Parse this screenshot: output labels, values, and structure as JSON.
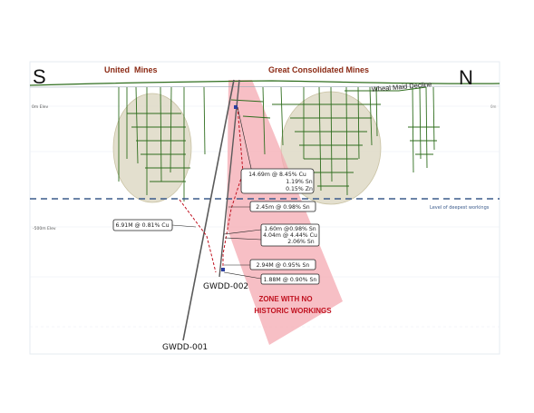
{
  "compass": {
    "south": "S",
    "north": "N"
  },
  "mines": {
    "left": "United  Mines",
    "right": "Great Consolidated Mines"
  },
  "decline": "Wheal Maid Decline",
  "elevations": {
    "zero": "0m Elev",
    "minus500": "-500m Elev",
    "right_tick": "0m"
  },
  "deepest_workings": "Level of deepest workings",
  "drillholes": {
    "hole1": "GWDD-001",
    "hole2": "GWDD-002"
  },
  "zone": {
    "line1": "ZONE WITH NO",
    "line2": "HISTORIC WORKINGS"
  },
  "intercepts": {
    "box1": [
      "14.69m @ 8.45% Cu",
      "1.19% Sn",
      "0.15% Zn"
    ],
    "box2": "2.45m @ 0.98% Sn",
    "box3": "6.91M @ 0.81% Cu",
    "box4": [
      "1.60m @0.98% Sn",
      "4.04m @ 4.44% Cu",
      "2.06% Sn"
    ],
    "box5": "2.94M @ 0.95% Sn",
    "box6": "1.88M @ 0.90% Sn"
  },
  "colors": {
    "mine_label": "#8b2a14",
    "workings": "#2f6e1e",
    "zone_fill": "#f4a9b1",
    "zone_text": "#c0111f",
    "deepest_line": "#3b5b8c",
    "hole": "#5a5a5a",
    "ellipse": "#d9d4bd"
  }
}
